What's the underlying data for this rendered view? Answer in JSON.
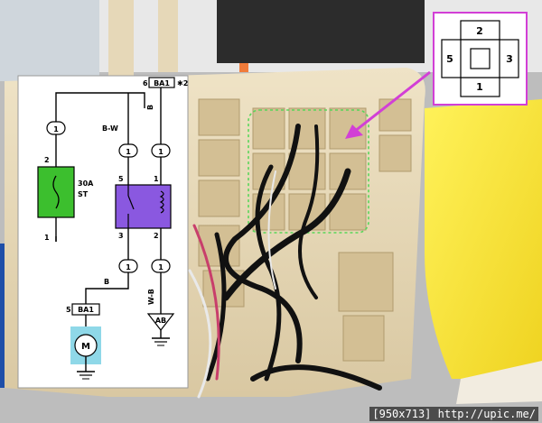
{
  "image_caption": "[950x713] http://upic.me/",
  "pin_diagram": {
    "pins": [
      "2",
      "5",
      "3",
      "1"
    ]
  },
  "wiring_diagram": {
    "top_connector": "BA1",
    "top_connector_pin": "6",
    "top_connector_ref": "✱2",
    "bottom_connector": "BA1",
    "bottom_connector_pin": "5",
    "ground_point": "AB",
    "fuse_rating": "30A",
    "fuse_name": "ST",
    "fuse_pin_top": "2",
    "fuse_pin_bottom": "1",
    "relay_pins": [
      "5",
      "1",
      "3",
      "2"
    ],
    "junction_label": "1",
    "wire_colors": {
      "b_w": "B-W",
      "b_top": "B",
      "b_left": "B",
      "w_b": "W-B"
    }
  },
  "colors": {
    "fuse": "#3cbf2e",
    "relay": "#8a58e0",
    "motor": "#8fd8e8",
    "highlight": "#d23fd6",
    "dashed_outline": "#59d65a"
  }
}
